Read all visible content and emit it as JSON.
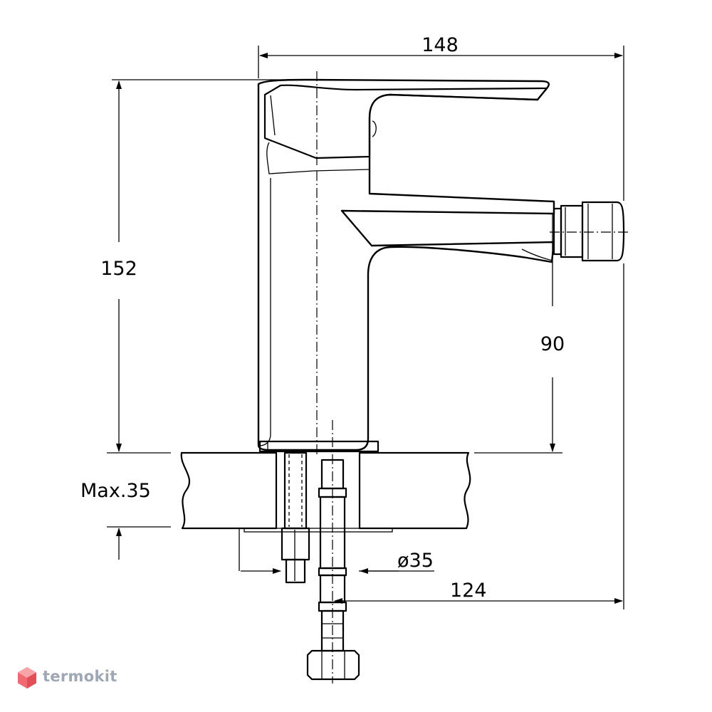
{
  "dimensions": {
    "width_top": "148",
    "height_total": "152",
    "spout_height": "90",
    "max_thickness": "Max.35",
    "hole_diameter": "ø35",
    "reach": "124"
  },
  "watermark": {
    "brand": "termokit",
    "logo_color": "#f06a72",
    "text_color": "#9ea7b3"
  },
  "line_color": "#000000",
  "background": "#ffffff"
}
